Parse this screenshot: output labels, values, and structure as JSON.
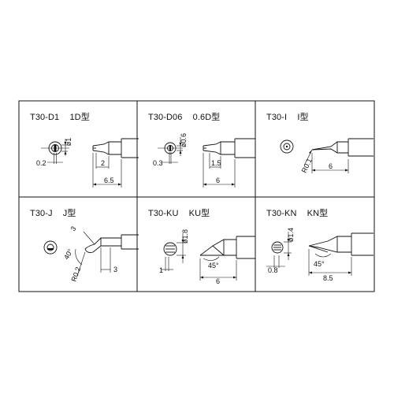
{
  "cells": [
    {
      "id": "d1",
      "model": "T30-D1",
      "type_label": "1D型",
      "dims": {
        "diameter": "ø1",
        "depth": "0.2",
        "taper": "2",
        "length": "6.5"
      }
    },
    {
      "id": "d06",
      "model": "T30-D06",
      "type_label": "0.6D型",
      "dims": {
        "diameter": "ø0.6",
        "depth": "0.3",
        "taper": "1.5",
        "length": "6"
      }
    },
    {
      "id": "i",
      "model": "T30-I",
      "type_label": "I型",
      "dims": {
        "radius": "R0.1",
        "length": "6"
      }
    },
    {
      "id": "j",
      "model": "T30-J",
      "type_label": "J型",
      "dims": {
        "height": "3",
        "angle": "40°",
        "radius": "R0.2",
        "length": "3"
      }
    },
    {
      "id": "ku",
      "model": "T30-KU",
      "type_label": "KU型",
      "dims": {
        "diameter": "ø1.8",
        "face": "1",
        "angle": "45°",
        "length": "6"
      }
    },
    {
      "id": "kn",
      "model": "T30-KN",
      "type_label": "KN型",
      "dims": {
        "diameter": "ø1.4",
        "face": "0.8",
        "angle": "45°",
        "length": "8.5"
      }
    }
  ]
}
